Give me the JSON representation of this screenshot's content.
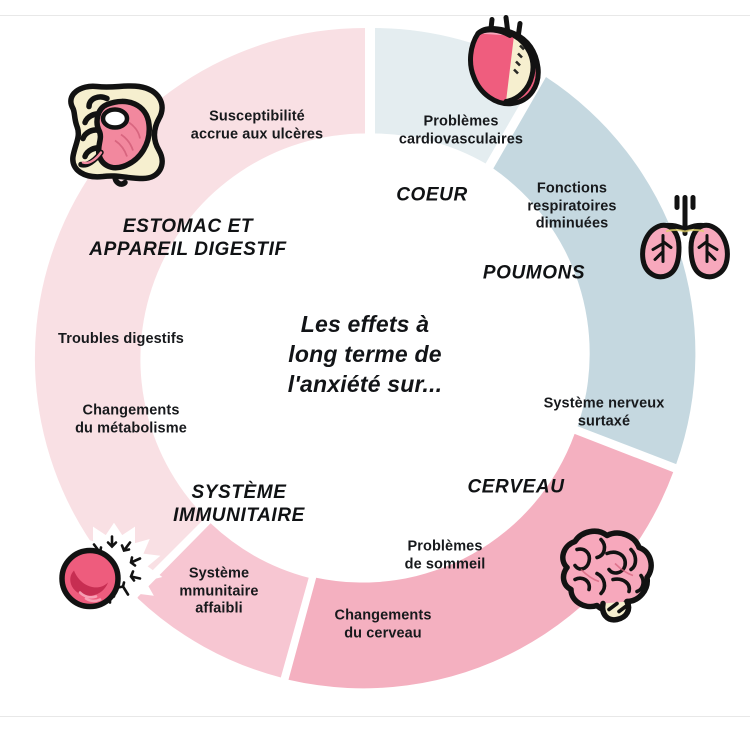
{
  "center": {
    "title": "Les effets à\nlong terme de\nl'anxiété sur..."
  },
  "segments": [
    {
      "id": "stomach",
      "organ_label": "ESTOMAC ET\nAPPAREIL DIGESTIF",
      "color": "#F9E0E4",
      "icon": "stomach-intestine-icon",
      "effects": [
        "Susceptibilité\naccrue aux ulcères",
        "Troubles digestifs",
        "Changements\ndu métabolisme"
      ]
    },
    {
      "id": "heart",
      "organ_label": "COEUR",
      "color": "#E4EDF0",
      "icon": "heart-icon",
      "effects": [
        "Problèmes\ncardiovasculaires"
      ]
    },
    {
      "id": "lungs",
      "organ_label": "POUMONS",
      "color": "#C5D8E0",
      "icon": "lungs-icon",
      "effects": [
        "Fonctions\nrespiratoires\ndiminuées"
      ]
    },
    {
      "id": "brain",
      "organ_label": "CERVEAU",
      "color": "#F4B0C0",
      "icon": "brain-icon",
      "effects": [
        "Système nerveux\nsurtaxé",
        "Problèmes\nde sommeil",
        "Changements\ndu cerveau"
      ]
    },
    {
      "id": "immune",
      "organ_label": "SYSTÈME\nIMMUNITAIRE",
      "color": "#F7C6D2",
      "icon": "blood-cell-icon",
      "effects": [
        "Système\nmmunitaire\naffaibli"
      ]
    }
  ],
  "palette": {
    "background": "#FFFFFF",
    "text": "#17191C",
    "stomach": "#F9E0E4",
    "heart": "#E4EDF0",
    "lungs": "#C5D8E0",
    "brain": "#F4B0C0",
    "immune": "#F7C6D2",
    "organ_pink": "#F2889E",
    "organ_pink_light": "#F7A8BC",
    "organ_cream": "#F6EFCF",
    "outline": "#121212"
  }
}
